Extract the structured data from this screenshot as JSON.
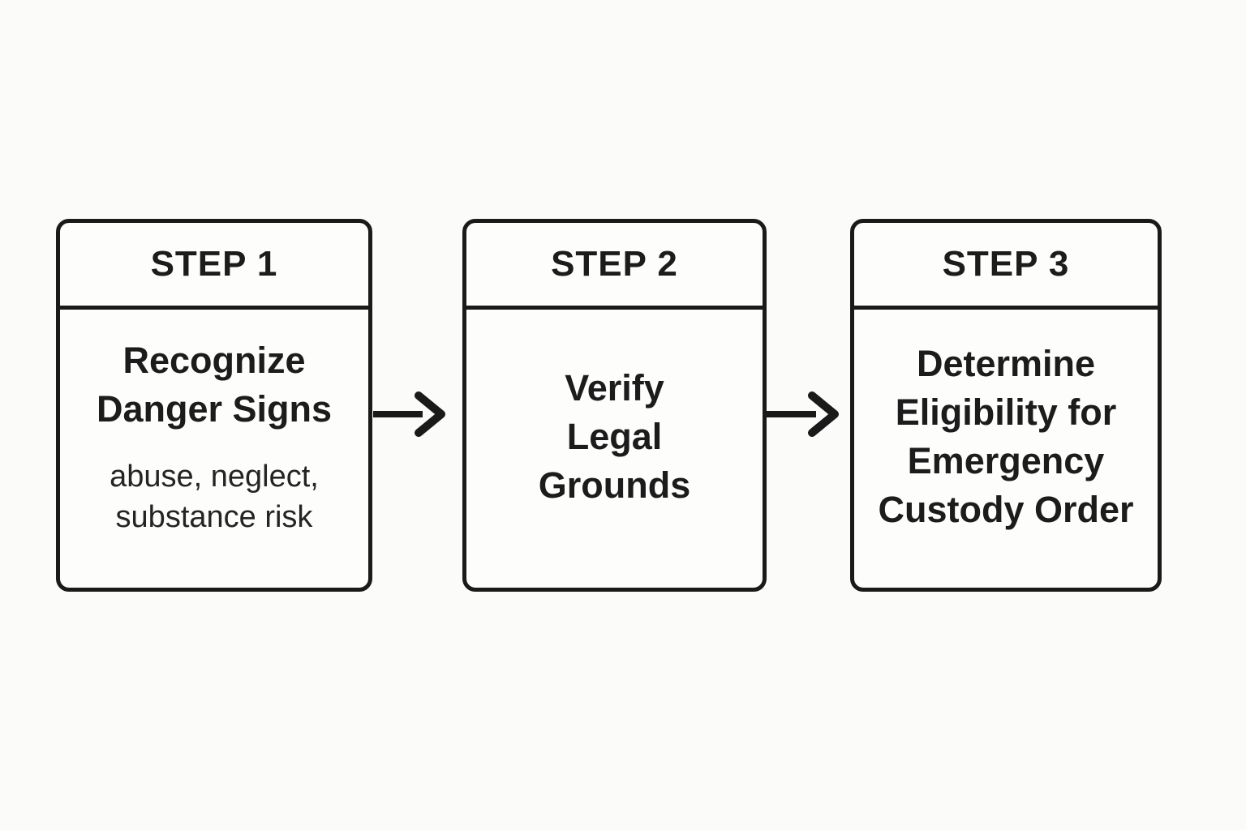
{
  "diagram": {
    "type": "flowchart-horizontal",
    "steps": [
      {
        "header": "STEP 1",
        "title_lines": [
          "Recognize",
          "Danger Signs"
        ],
        "subtitle_lines": [
          "abuse, neglect,",
          "substance risk"
        ]
      },
      {
        "header": "STEP 2",
        "title_lines": [
          "Verify",
          "Legal",
          "Grounds"
        ],
        "subtitle_lines": []
      },
      {
        "header": "STEP 3",
        "title_lines": [
          "Determine",
          "Eligibility for",
          "Emergency",
          "Custody Order"
        ],
        "subtitle_lines": []
      }
    ],
    "connectors": [
      {
        "from": "STEP 1",
        "to": "STEP 2",
        "icon": "arrow-right-icon"
      },
      {
        "from": "STEP 2",
        "to": "STEP 3",
        "icon": "arrow-right-icon"
      }
    ],
    "colors": {
      "background": "#fbfbfa",
      "box_fill": "#fdfdfc",
      "line": "#1a1a1a",
      "text": "#1c1c1c"
    }
  }
}
